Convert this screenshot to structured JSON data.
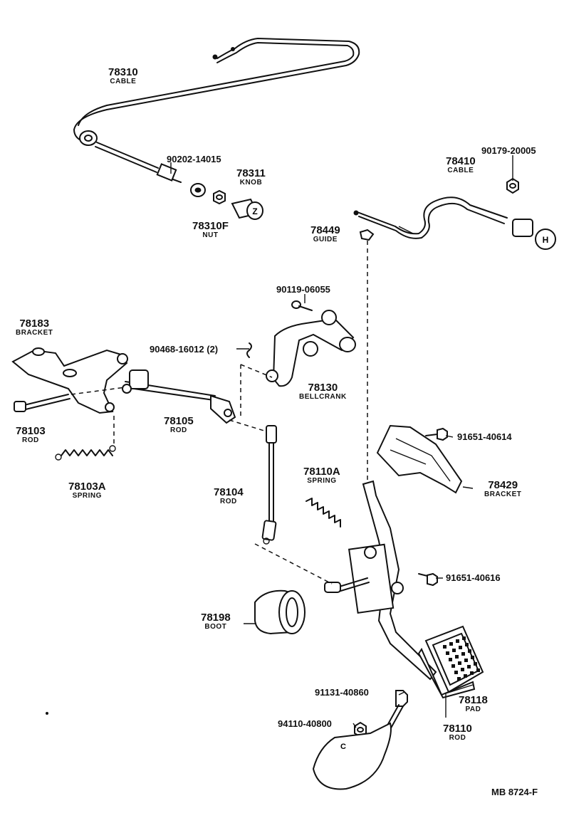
{
  "parts": {
    "p78310": {
      "num": "78310",
      "name": "CABLE"
    },
    "p90202": {
      "num": "90202-14015"
    },
    "p78311": {
      "num": "78311",
      "name": "KNOB"
    },
    "p78310f": {
      "num": "78310F",
      "name": "NUT"
    },
    "p90179": {
      "num": "90179-20005"
    },
    "p78410": {
      "num": "78410",
      "name": "CABLE"
    },
    "p78449": {
      "num": "78449",
      "name": "GUIDE"
    },
    "p90119": {
      "num": "90119-06055"
    },
    "p78183": {
      "num": "78183",
      "name": "BRACKET"
    },
    "p90468": {
      "num": "90468-16012 (2)"
    },
    "p78130": {
      "num": "78130",
      "name": "BELLCRANK"
    },
    "p78103": {
      "num": "78103",
      "name": "ROD"
    },
    "p78105": {
      "num": "78105",
      "name": "ROD"
    },
    "p78103a": {
      "num": "78103A",
      "name": "SPRING"
    },
    "p91651a": {
      "num": "91651-40614"
    },
    "p78110a": {
      "num": "78110A",
      "name": "SPRING"
    },
    "p78429": {
      "num": "78429",
      "name": "BRACKET"
    },
    "p78104": {
      "num": "78104",
      "name": "ROD"
    },
    "p91651b": {
      "num": "91651-40616"
    },
    "p78198": {
      "num": "78198",
      "name": "BOOT"
    },
    "p91131": {
      "num": "91131-40860"
    },
    "p78118": {
      "num": "78118",
      "name": "PAD"
    },
    "p94110": {
      "num": "94110-40800"
    },
    "p78110": {
      "num": "78110",
      "name": "ROD"
    }
  },
  "knob_letters": {
    "choke": "Z",
    "hand_throttle": "H",
    "stopper": "C"
  },
  "footer_code": "MB  8724-F"
}
